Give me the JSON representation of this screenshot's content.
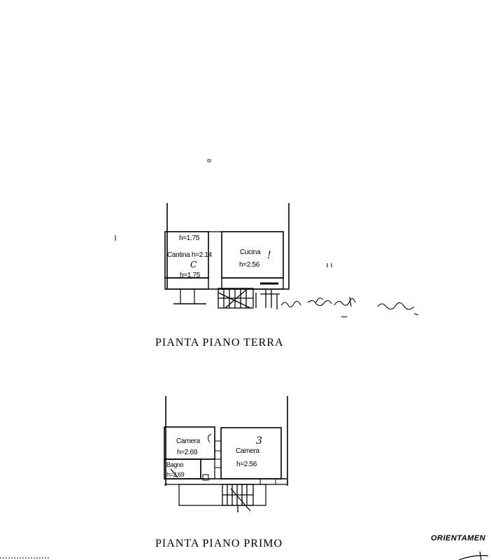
{
  "ground_floor": {
    "title": "PIANTA PIANO TERRA",
    "cantina": {
      "h_top": "h=1.75",
      "name": "Cantina h=2.14",
      "h_bottom": "h=1.75",
      "mark": "C"
    },
    "cucina": {
      "name": "Cucina",
      "h": "h=2.56",
      "mark": "!"
    }
  },
  "first_floor": {
    "title": "PIANTA PIANO PRIMO",
    "camera_left": {
      "name": "Camera",
      "h": "h=2.69"
    },
    "camera_right": {
      "name": "Camera",
      "h": "h=2.56",
      "mark": "3"
    },
    "bagno": {
      "name": "Bagno",
      "h": "h=2.69"
    }
  },
  "orientation": {
    "label": "ORIENTAMEN"
  }
}
